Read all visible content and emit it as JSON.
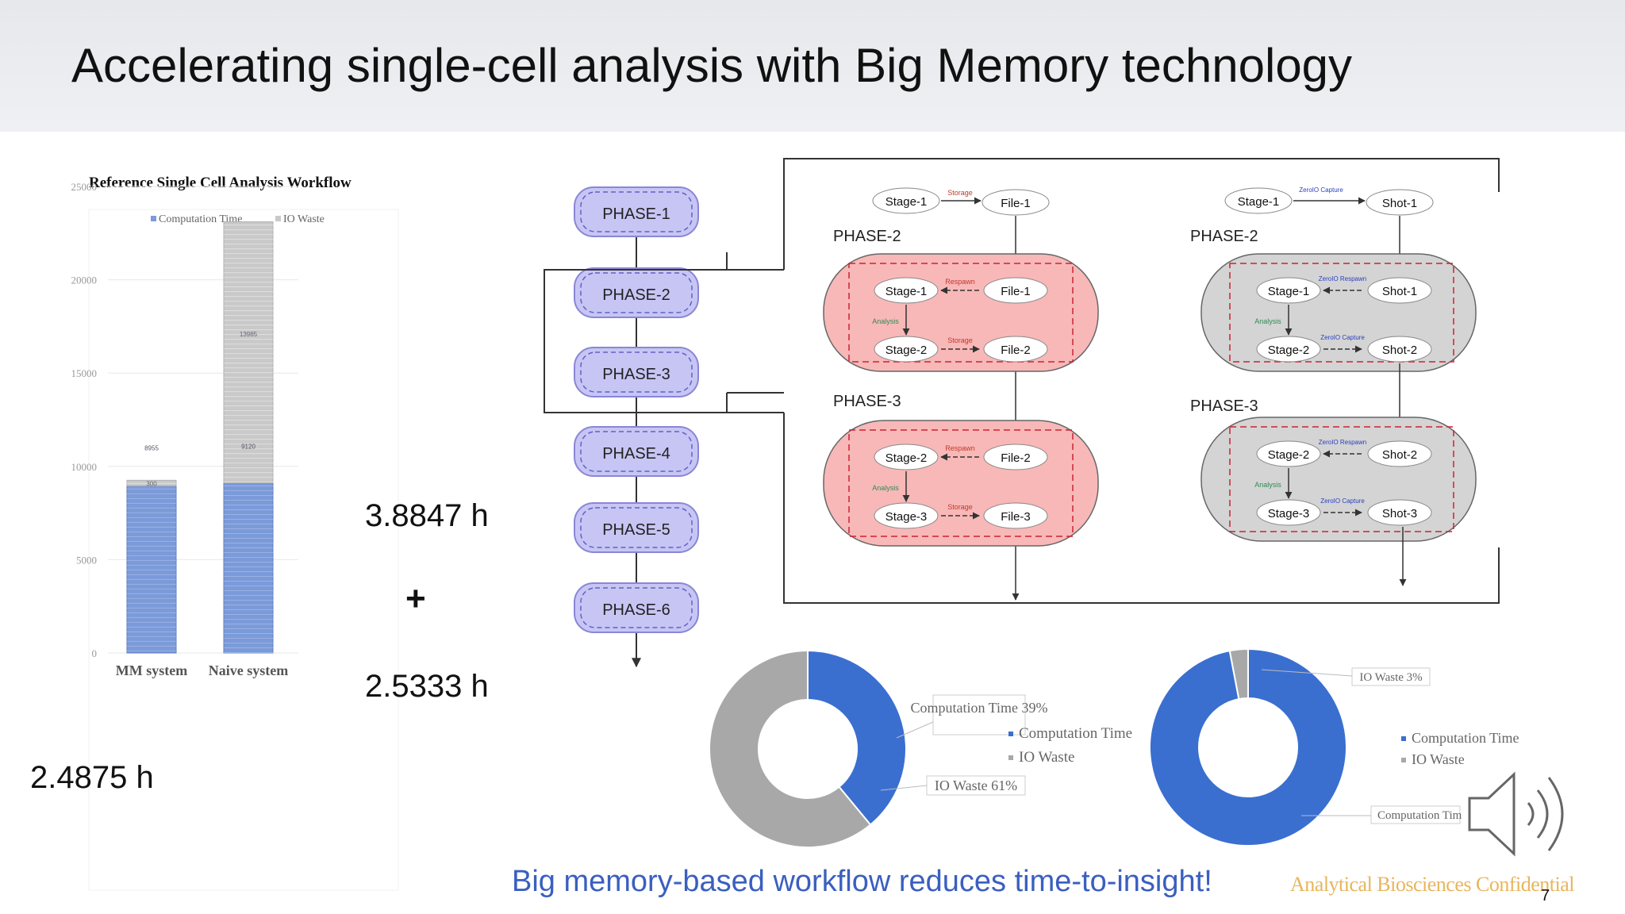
{
  "slide": {
    "title": "Accelerating single-cell analysis with Big Memory technology",
    "tagline": "Big memory-based workflow reduces time-to-insight!",
    "confidential": "Analytical Biosciences Confidential",
    "page_number": "7"
  },
  "annotations": {
    "naive_io_hours": "3.8847 h",
    "plus": "+",
    "naive_comp_hours": "2.5333 h",
    "mm_hours": "2.4875 h"
  },
  "chart_data": [
    {
      "type": "bar",
      "stacked": true,
      "title": "Reference Single Cell Analysis Workflow",
      "categories": [
        "MM system",
        "Naive system"
      ],
      "series": [
        {
          "name": "Computation Time",
          "values": [
            8955,
            9120
          ]
        },
        {
          "name": "IO Waste",
          "values": [
            300,
            13985
          ]
        }
      ],
      "data_labels": {
        "Computation Time": [
          "8955",
          "9120"
        ],
        "IO Waste": [
          "300",
          "13985"
        ]
      },
      "yticks": [
        "25000",
        "20000",
        "15000",
        "10000",
        "5000",
        "0"
      ],
      "ylim": [
        0,
        25000
      ],
      "grid": true,
      "legend": "top",
      "colors": {
        "Computation Time": "#7b9ad9",
        "IO Waste": "#c9c9c9"
      }
    },
    {
      "type": "pie",
      "donut": true,
      "slices": [
        {
          "name": "Computation Time",
          "value": 39,
          "color": "#3a6fd0"
        },
        {
          "name": "IO Waste",
          "value": 61,
          "color": "#a8a8a8"
        }
      ],
      "callouts": [
        "Computation Time 39%",
        "IO Waste 61%"
      ],
      "legend": [
        "Computation Time",
        "IO Waste"
      ]
    },
    {
      "type": "pie",
      "donut": true,
      "slices": [
        {
          "name": "Computation Time",
          "value": 97,
          "color": "#3a6fd0"
        },
        {
          "name": "IO Waste",
          "value": 3,
          "color": "#a8a8a8"
        }
      ],
      "callouts": [
        "IO Waste 3%",
        "Computation Tim"
      ],
      "legend": [
        "Computation Time",
        "IO Waste"
      ]
    }
  ],
  "workflow": {
    "phases": [
      "PHASE-1",
      "PHASE-2",
      "PHASE-3",
      "PHASE-4",
      "PHASE-5",
      "PHASE-6"
    ],
    "left_detail": {
      "top": {
        "stage": "Stage-1",
        "arrow": "Storage",
        "file": "File-1"
      },
      "phase2": {
        "label": "PHASE-2",
        "row1": {
          "stage": "Stage-1",
          "arrow": "Respawn",
          "file": "File-1"
        },
        "mid": "Analysis",
        "row2": {
          "stage": "Stage-2",
          "arrow": "Storage",
          "file": "File-2"
        }
      },
      "phase3": {
        "label": "PHASE-3",
        "row1": {
          "stage": "Stage-2",
          "arrow": "Respawn",
          "file": "File-2"
        },
        "mid": "Analysis",
        "row2": {
          "stage": "Stage-3",
          "arrow": "Storage",
          "file": "File-3"
        }
      }
    },
    "right_detail": {
      "top": {
        "stage": "Stage-1",
        "arrow": "ZeroIO Capture",
        "file": "Shot-1"
      },
      "phase2": {
        "label": "PHASE-2",
        "row1": {
          "stage": "Stage-1",
          "arrow": "ZeroIO Respawn",
          "file": "Shot-1"
        },
        "mid": "Analysis",
        "row2": {
          "stage": "Stage-2",
          "arrow": "ZeroIO Capture",
          "file": "Shot-2"
        }
      },
      "phase3": {
        "label": "PHASE-3",
        "row1": {
          "stage": "Stage-2",
          "arrow": "ZeroIO Respawn",
          "file": "Shot-2"
        },
        "mid": "Analysis",
        "row2": {
          "stage": "Stage-3",
          "arrow": "ZeroIO Capture",
          "file": "Shot-3"
        }
      }
    }
  },
  "icons": {
    "speaker": "speaker-icon"
  }
}
